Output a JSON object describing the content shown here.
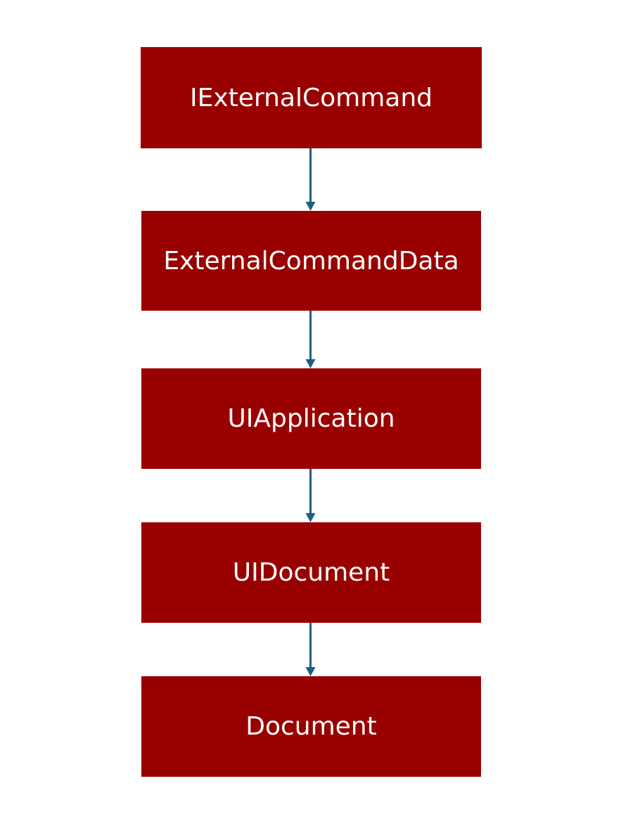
{
  "colors": {
    "box_fill": "#990000",
    "box_text": "#ffffff",
    "arrow": "#1f5f80",
    "background": "#ffffff"
  },
  "nodes": [
    {
      "label": "IExternalCommand"
    },
    {
      "label": "ExternalCommandData"
    },
    {
      "label": "UIApplication"
    },
    {
      "label": "UIDocument"
    },
    {
      "label": "Document"
    }
  ],
  "edges": [
    {
      "from": "IExternalCommand",
      "to": "ExternalCommandData"
    },
    {
      "from": "ExternalCommandData",
      "to": "UIApplication"
    },
    {
      "from": "UIApplication",
      "to": "UIDocument"
    },
    {
      "from": "UIDocument",
      "to": "Document"
    }
  ]
}
